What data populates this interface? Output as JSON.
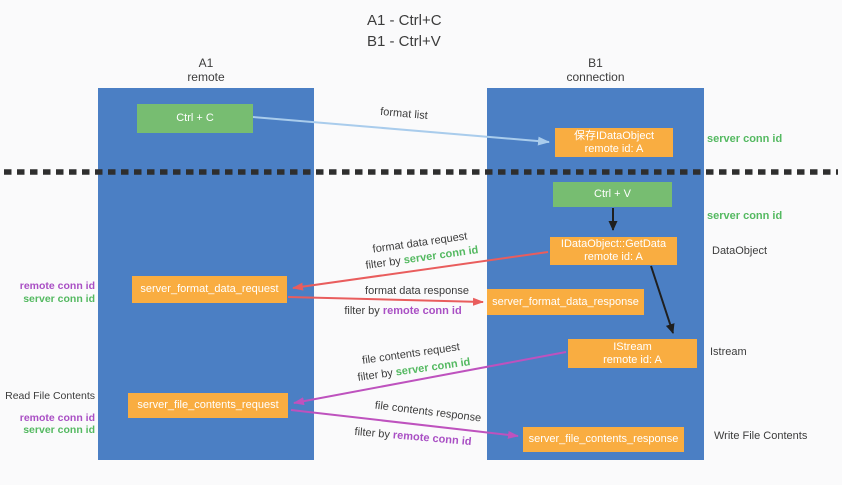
{
  "title": {
    "line1": "A1 - Ctrl+C",
    "line2": "B1 - Ctrl+V"
  },
  "columns": {
    "a": {
      "name": "A1",
      "role": "remote"
    },
    "b": {
      "name": "B1",
      "role": "connection"
    }
  },
  "boxes": {
    "ctrl_c": "Ctrl + C",
    "ctrl_v": "Ctrl + V",
    "save_dataobject": {
      "title": "保存IDataObject",
      "subtitle": "remote id: A"
    },
    "getdata": {
      "title": "IDataObject::GetData",
      "subtitle": "remote id: A"
    },
    "istream": {
      "title": "IStream",
      "subtitle": "remote id: A"
    },
    "format_request": "server_format_data_request",
    "format_response": "server_format_data_response",
    "file_request": "server_file_contents_request",
    "file_response": "server_file_contents_response"
  },
  "arrows": {
    "format_list": {
      "label": "format list"
    },
    "format_data_request": {
      "label": "format data request",
      "filter_prefix": "filter by ",
      "filter_key": "server conn id"
    },
    "format_data_response": {
      "label": "format data response",
      "filter_prefix": "filter by ",
      "filter_key": "remote conn id"
    },
    "file_contents_request": {
      "label": "file contents request",
      "filter_prefix": "filter by ",
      "filter_key": "server conn id"
    },
    "file_contents_response": {
      "label": "file contents response",
      "filter_prefix": "filter by ",
      "filter_key": "remote conn id"
    }
  },
  "right_labels": {
    "server_conn_id_top": "server conn id",
    "server_conn_id_mid": "server conn id",
    "dataobject": "DataObject",
    "istream": "Istream",
    "write_file_contents": "Write File Contents"
  },
  "left_labels": {
    "format_remote": "remote conn id",
    "format_server": "server conn id",
    "read_file_contents": "Read File Contents",
    "file_remote": "remote conn id",
    "file_server": "server conn id"
  },
  "colors": {
    "column_blue": "#4B7FC4",
    "green_box": "#77BD71",
    "orange_box": "#F9AD41",
    "server_green": "#54B961",
    "remote_purple": "#A94FC4",
    "arrow_red": "#E95D5D",
    "arrow_magenta": "#BE52BE",
    "arrow_lightblue": "#A9CCEC",
    "arrow_black": "#1F1F1F",
    "dark_text": "#3C3C3C",
    "dotted_line": "#2E2E2E"
  }
}
